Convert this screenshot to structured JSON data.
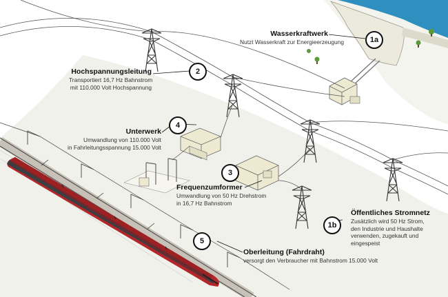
{
  "colors": {
    "water": "#2f8fbf",
    "dam": "#eceadc",
    "building": "#eeead2",
    "train_red": "#b5262a",
    "train_dark": "#3a3f44",
    "leader_line": "#111111"
  },
  "wasserkraftwerk": {
    "badge": "1a",
    "title": "Wasserkraftwerk",
    "desc": "Nutzt Wasserkraft zur Energieerzeugung"
  },
  "hochspannungsleitung": {
    "badge": "2",
    "title": "Hochspannungsleitung",
    "desc1": "Transportiert 16,7 Hz Bahnstrom",
    "desc2": "mit 110.000 Volt Hochspannung"
  },
  "unterwerk": {
    "badge": "4",
    "title": "Unterwerk",
    "desc1": "Umwandlung von 110.000 Volt",
    "desc2": "in Fahrleitungsspannung 15.000 Volt"
  },
  "frequenzumformer": {
    "badge": "3",
    "title": "Frequenzumformer",
    "desc1": "Umwandlung von 50 Hz Drehstrom",
    "desc2": "in 16,7 Hz Bahnstrom"
  },
  "stromnetz": {
    "badge": "1b",
    "title": "Öffentliches Stromnetz",
    "desc1": "Zusätzlich wird  50 Hz Strom,",
    "desc2": "den Industrie und Haushalte",
    "desc3": "verwenden, zugekauft und",
    "desc4": "eingespeist"
  },
  "oberleitung": {
    "badge": "5",
    "title": "Oberleitung (Fahrdraht)",
    "desc": "versorgt den Verbraucher mit Bahnstrom 15.000 Volt"
  }
}
